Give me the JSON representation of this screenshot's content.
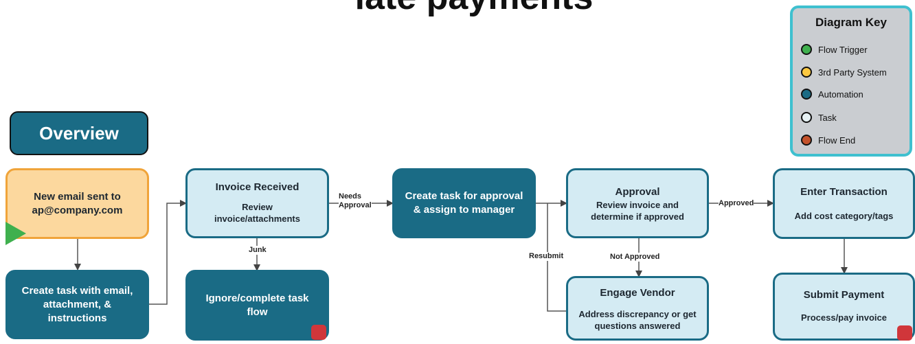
{
  "title": "late payments",
  "overview": "Overview",
  "nodes": {
    "new_email": "New email sent to ap@company.com",
    "create_task": "Create task with email, attachment, & instructions",
    "invoice_title": "Invoice Received",
    "invoice_sub": "Review invoice/attachments",
    "ignore": "Ignore/complete task flow",
    "approval_task": "Create task for approval & assign to manager",
    "approval_title": "Approval",
    "approval_sub": "Review invoice and determine if approved",
    "engage_title": "Engage Vendor",
    "engage_sub": "Address discrepancy or get questions answered",
    "enter_title": "Enter Transaction",
    "enter_sub": "Add cost category/tags",
    "submit_title": "Submit Payment",
    "submit_sub": "Process/pay invoice"
  },
  "edge_labels": {
    "needs": "Needs",
    "approval": "Approval",
    "junk": "Junk",
    "resubmit": "Resubmit",
    "not_approved": "Not Approved",
    "approved": "Approved"
  },
  "key": {
    "title": "Diagram Key",
    "items": [
      {
        "label": "Flow Trigger",
        "color": "#3fb04e"
      },
      {
        "label": "3rd Party System",
        "color": "#fcc840"
      },
      {
        "label": "Automation",
        "color": "#1a6b85"
      },
      {
        "label": "Task",
        "color": "#e6f1f4"
      },
      {
        "label": "Flow End",
        "color": "#c4522b"
      }
    ]
  },
  "colors": {
    "automation": "#1a6b85",
    "task": "#d4ebf3",
    "trigger": "#fcd89e",
    "end": "#d0363a",
    "start": "#3fb04e",
    "key_border": "#3fc0cf"
  }
}
